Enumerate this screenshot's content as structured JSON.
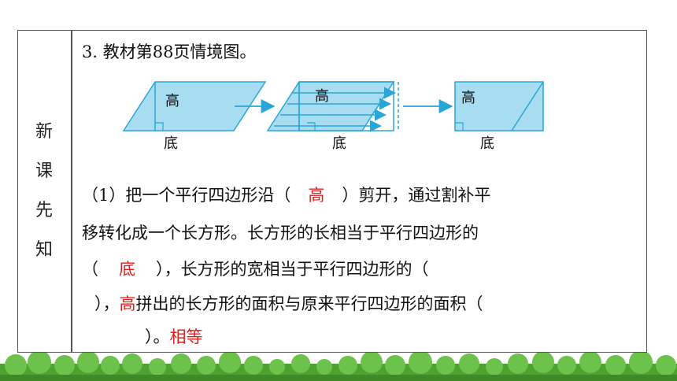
{
  "sidebar": {
    "chars": [
      "新",
      "课",
      "先",
      "知"
    ]
  },
  "heading": "3. 教材第88页情境图。",
  "figure": {
    "label_high": "高",
    "label_base": "底",
    "fill": "#a8dcf0",
    "stroke": "#2aa6d6",
    "arrow": "#2aa6d6"
  },
  "text": {
    "l1_a": "（1）把一个平行四边形沿（",
    "l1_ans": "高",
    "l1_b": "）剪开，通过割补平",
    "l2": "移转化成一个长方形。长方形的长相当于平行四边形的",
    "l3_a": "（",
    "l3_ans": "底",
    "l3_b": "），长方形的宽相当于平行四边形的（",
    "l4_a": "），",
    "l4_ans": "高",
    "l4_b": "拼出的长方形的面积与原来平行四边形的面积（",
    "l5_a": "）。",
    "l5_ans": "相等"
  },
  "colors": {
    "answer": "#e02020",
    "border": "#555555",
    "grass": "#5bb53a"
  }
}
